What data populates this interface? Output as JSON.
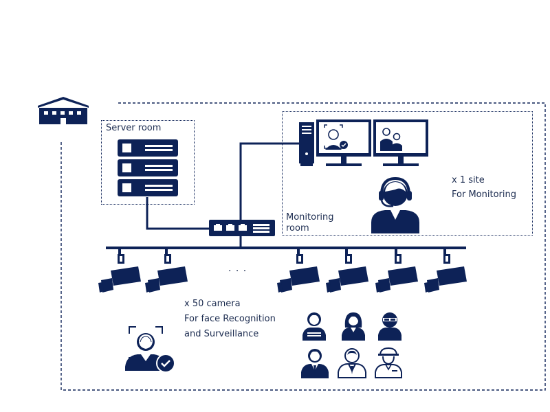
{
  "colors": {
    "primary": "#0d2257",
    "white": "#ffffff",
    "text": "#1b2b4f"
  },
  "server_room": {
    "title": "Server room",
    "icon": "server-rack-icon"
  },
  "monitoring_room": {
    "title_line1": "Monitoring",
    "title_line2": "room",
    "count": "x 1 site",
    "purpose": "For Monitoring",
    "icons": [
      "pc-tower-icon",
      "monitor-face-recognition-icon",
      "monitor-people-icon",
      "operator-headset-icon"
    ]
  },
  "network": {
    "switch_icon": "network-switch-icon",
    "ellipsis": ". . ."
  },
  "cameras": {
    "count": "x 50 camera",
    "purpose_line1": "For face Recognition",
    "purpose_line2": "and Surveillance",
    "icon": "cctv-camera-icon"
  },
  "site": {
    "icon": "building-icon"
  },
  "face_scan": {
    "icon": "face-scan-check-icon"
  },
  "people": [
    "person-male-icon",
    "person-female-icon",
    "person-masked-icon",
    "person-suit-icon",
    "person-suit-outline-icon",
    "person-guard-icon"
  ]
}
